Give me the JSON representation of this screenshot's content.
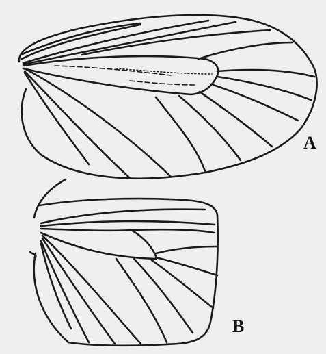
{
  "figure": {
    "background": "#efefef",
    "line_color": "#1a1a1a",
    "panels": [
      {
        "id": "A",
        "label": "A",
        "subject": "forewing"
      },
      {
        "id": "B",
        "label": "B",
        "subject": "hindwing"
      }
    ]
  }
}
